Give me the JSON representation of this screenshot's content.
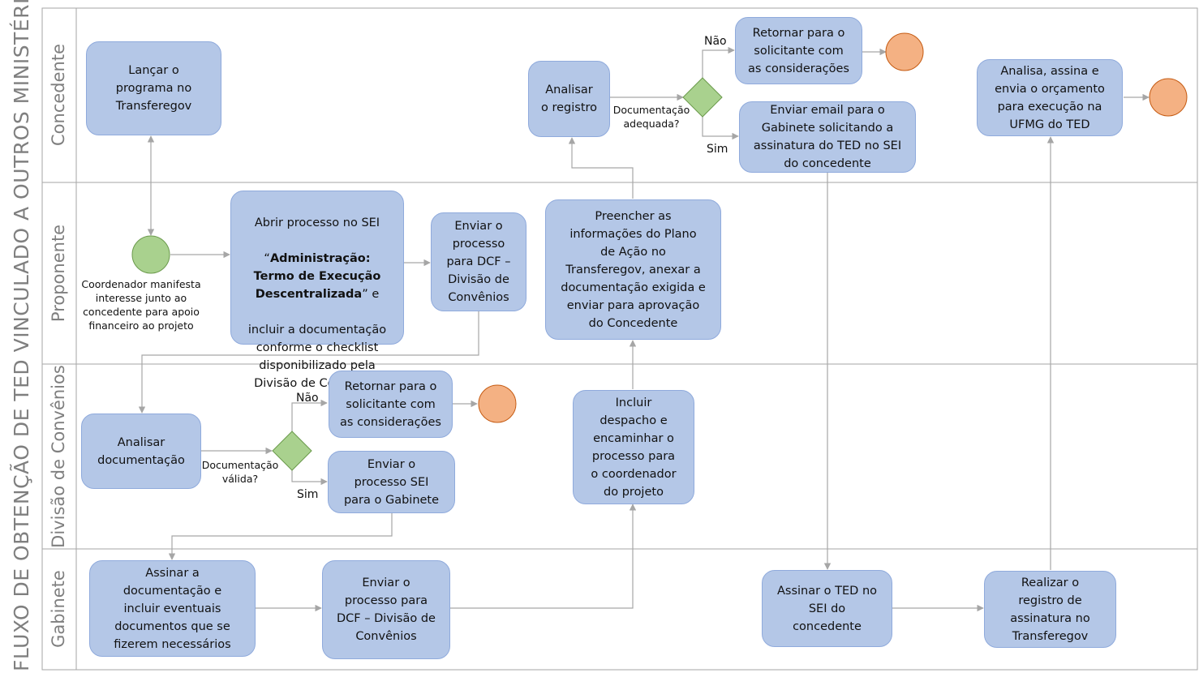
{
  "title": "FLUXO DE OBTENÇÃO DE TED VINCULADO A OUTROS MINISTÉRIOS",
  "lanes": [
    "Concedente",
    "Proponente",
    "Divisão de Convênios",
    "Gabinete"
  ],
  "colors": {
    "task_fill": "#b4c7e7",
    "task_border": "#8faadc",
    "gateway": "#a9d18e",
    "start_event": "#a9d18e",
    "end_event": "#f4b183",
    "connector": "#a6a6a6",
    "lane_border": "#a6a6a6"
  },
  "tasks": {
    "lancar": "Lançar o\nprograma no\nTransferegov",
    "analisar_registro": "Analisar\no registro",
    "retornar_concedente": "Retornar para o\nsolicitante com\nas considerações",
    "enviar_email": "Enviar email para o\nGabinete solicitando a\nassinatura do TED no SEI\ndo concedente",
    "analisa_assina": "Analisa, assina e\nenvia o orçamento\npara execução na\nUFMG do TED",
    "abrir_line1": "Abrir processo no SEI",
    "abrir_bold_pre": "“",
    "abrir_bold": "Administração:\nTermo de Execução\nDescentralizada",
    "abrir_rest_post": "” e",
    "abrir_rest": "incluir a documentação\nconforme o checklist\ndisponibilizado pela\nDivisão de Convênios",
    "enviar_dcf": "Enviar o\nprocesso\npara DCF –\nDivisão de\nConvênios",
    "preencher": "Preencher as\ninformações do Plano\nde Ação no\nTransferegov, anexar a\ndocumentação exigida e\nenviar para aprovação\ndo Concedente",
    "analisar_doc": "Analisar\ndocumentação",
    "retornar_divisao": "Retornar para o\nsolicitante com\nas considerações",
    "enviar_gabinete": "Enviar o\nprocesso SEI\npara o Gabinete",
    "incluir_despacho": "Incluir\ndespacho e\nencaminhar o\nprocesso para\no coordenador\ndo projeto",
    "assinar_doc": "Assinar a\ndocumentação e\nincluir eventuais\ndocumentos que se\nfizerem necessários",
    "enviar_dcf_gab": "Enviar o\nprocesso para\nDCF – Divisão de\nConvênios",
    "assinar_ted": "Assinar o TED no\nSEI do\nconcedente",
    "realizar_registro": "Realizar o\nregistro de\nassinatura no\nTransferegov"
  },
  "labels": {
    "start_event": "Coordenador manifesta\ninteresse junto ao\nconcedente para apoio\nfinanceiro ao projeto",
    "gateway_concedente": "Documentação\nadequada?",
    "gateway_divisao": "Documentação\nválida?",
    "nao_1": "Não",
    "sim_1": "Sim",
    "nao_2": "Não",
    "sim_2": "Sim"
  }
}
